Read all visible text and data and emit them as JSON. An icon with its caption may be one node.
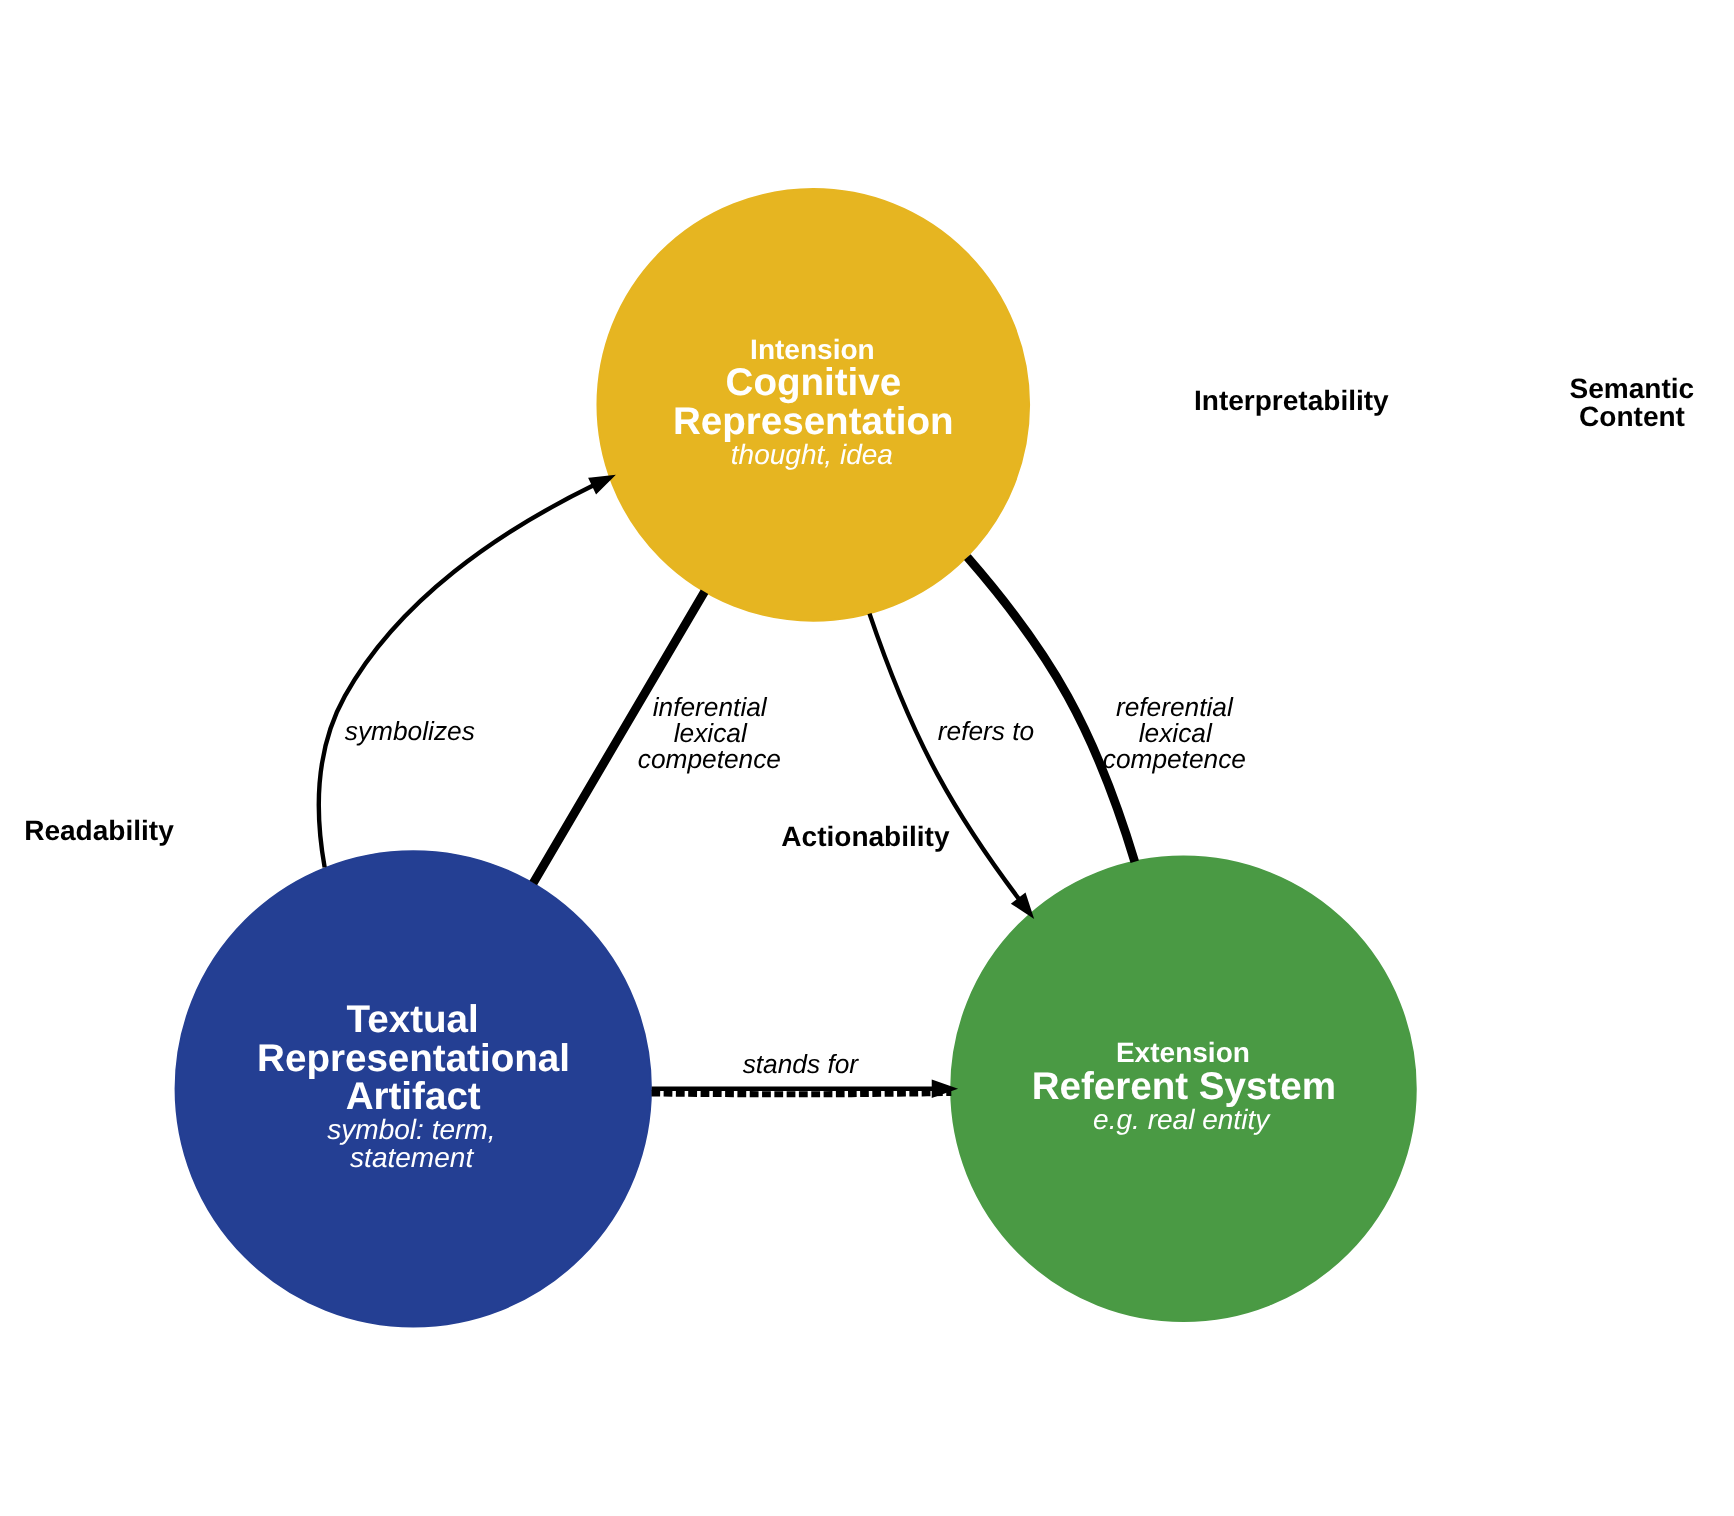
{
  "diagram": {
    "nodes": [
      {
        "text": [
          "Intension",
          "Cognitive Representation",
          "thought, idea"
        ]
      },
      {
        "text": [
          "Textual Representational Artifact",
          "symbol: term, statement"
        ],
        "beside": [
          "Readability"
        ]
      },
      {
        "text": [
          "Extension",
          "Referent System",
          "e.g. real entity"
        ],
        "beside": [
          "Actionability"
        ]
      }
    ],
    "edges": [
      {
        "from": 1,
        "to": 0,
        "arrow": "to",
        "label": "symbolizes"
      },
      {
        "from": 0,
        "to": 2,
        "arrow": "to",
        "label": "refers to"
      },
      {
        "from": 1,
        "to": 2,
        "arrow": "to",
        "label": "stands for"
      },
      {
        "from": 1,
        "to": 0,
        "arrow": "none",
        "label": "inferential lexical competence",
        "style": "thick"
      },
      {
        "from": 0,
        "to": 2,
        "arrow": "none",
        "label": "referential lexical competence",
        "style": "thick"
      },
      {
        "from": 1,
        "to": 2,
        "arrow": "none",
        "style": "dashed"
      }
    ],
    "labels": [
      "Interpretability",
      "Semantic Content"
    ]
  }
}
